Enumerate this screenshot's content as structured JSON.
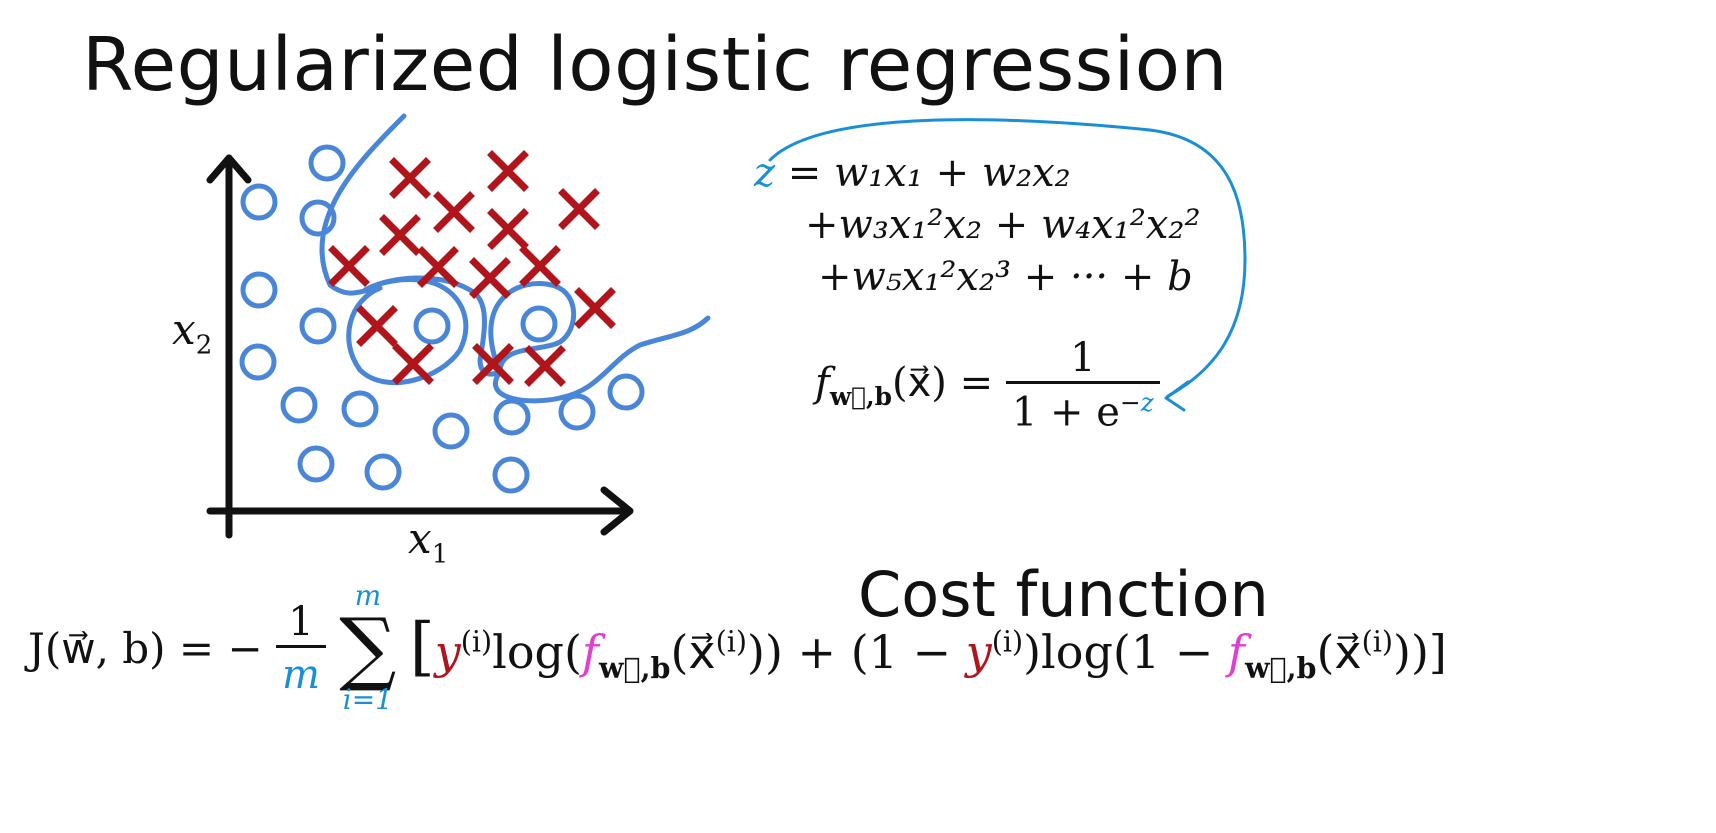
{
  "title": "Regularized logistic regression",
  "subtitle": "Cost function",
  "axes": {
    "x_label": "x",
    "x_sub": "1",
    "y_label": "x",
    "y_sub": "2"
  },
  "colors": {
    "circle": "#4a86d8",
    "cross": "#b0151c",
    "boundary": "#4a86d8",
    "z_arrow": "#1b8fd6",
    "f_highlight": "#e040d0"
  },
  "circles": [
    [
      327,
      163
    ],
    [
      259,
      202
    ],
    [
      318,
      218
    ],
    [
      259,
      290
    ],
    [
      318,
      326
    ],
    [
      258,
      362
    ],
    [
      299,
      405
    ],
    [
      360,
      409
    ],
    [
      316,
      464
    ],
    [
      383,
      472
    ],
    [
      432,
      326
    ],
    [
      539,
      324
    ],
    [
      451,
      431
    ],
    [
      512,
      417
    ],
    [
      577,
      412
    ],
    [
      626,
      392
    ],
    [
      511,
      475
    ]
  ],
  "crosses": [
    [
      410,
      178
    ],
    [
      508,
      171
    ],
    [
      454,
      212
    ],
    [
      579,
      209
    ],
    [
      400,
      235
    ],
    [
      508,
      229
    ],
    [
      349,
      266
    ],
    [
      438,
      267
    ],
    [
      540,
      266
    ],
    [
      490,
      278
    ],
    [
      377,
      326
    ],
    [
      595,
      308
    ],
    [
      413,
      364
    ],
    [
      493,
      364
    ],
    [
      545,
      366
    ]
  ],
  "z_equation": {
    "line1_z": "z",
    "line1_rest": "= w₁x₁ + w₂x₂",
    "line2": "+w₃x₁²x₂ + w₄x₁²x₂²",
    "line3": "+w₅x₁²x₂³ + ··· + b"
  },
  "f_equation": {
    "lhs": "f",
    "lhs_sub": "w⃗,b",
    "lhs_arg": "(x⃗) =",
    "numerator": "1",
    "denominator_base": "1 + e",
    "denominator_exp_sign": "−",
    "denominator_exp_z": "z"
  },
  "cost_equation": {
    "lhs": "J(w⃗, b) = −",
    "frac_num": "1",
    "frac_den": "m",
    "sum_top": "m",
    "sum_bottom": "i=1",
    "open_bracket": "[",
    "y1": "y",
    "sup_i": "(i)",
    "log1": "log(",
    "f1": "f",
    "f_sub": "w⃗,b",
    "x_arg": "(x⃗",
    "close_arg": "))",
    "plus": " + (1 − ",
    "y2": "y",
    "log2": ")log(1 − ",
    "f2": "f",
    "close_bracket": "))]"
  }
}
